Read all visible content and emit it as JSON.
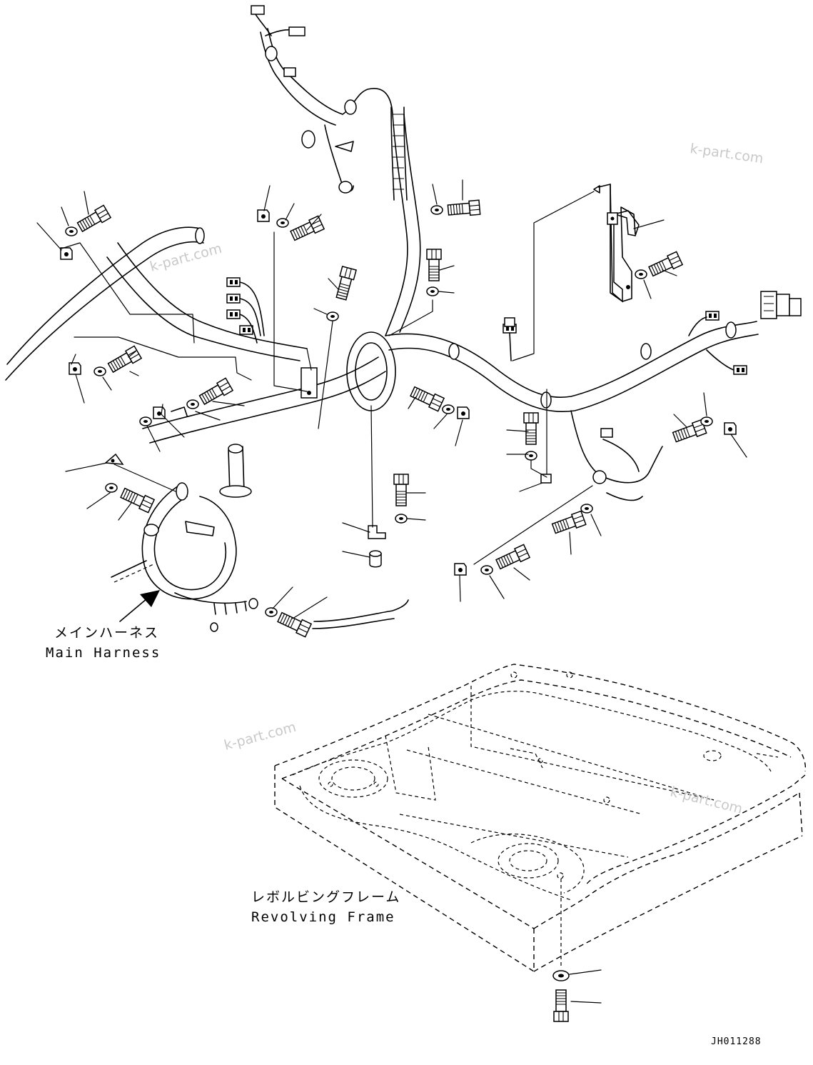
{
  "labels": {
    "main_harness_jp": "メインハーネス",
    "main_harness_en": "Main Harness",
    "revolving_frame_jp": "レボルビングフレーム",
    "revolving_frame_en": "Revolving Frame"
  },
  "drawing_code": "JH011288",
  "watermarks": [
    "k-part.com",
    "k-part.com",
    "k-part.com",
    "k-part.com"
  ],
  "colors": {
    "line": "#000000",
    "background": "#ffffff",
    "watermark": "#c9c9c9"
  }
}
